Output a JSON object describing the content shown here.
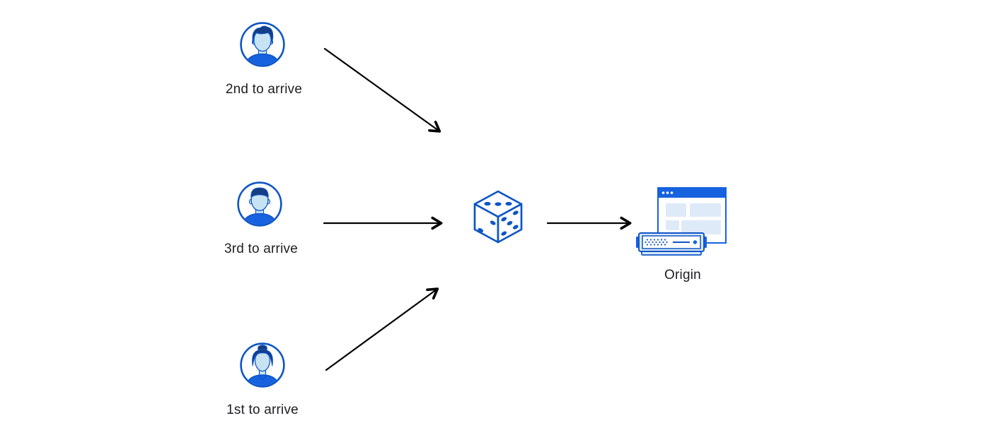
{
  "diagram": {
    "users": [
      {
        "id": "user-top",
        "label": "2nd to arrive",
        "avatar": "man-swept-hair-avatar"
      },
      {
        "id": "user-middle",
        "label": "3rd to arrive",
        "avatar": "man-short-hair-avatar"
      },
      {
        "id": "user-bottom",
        "label": "1st to arrive",
        "avatar": "woman-bun-hair-avatar"
      }
    ],
    "center": {
      "icon": "dice-icon",
      "meaning": "random selection"
    },
    "origin": {
      "label": "Origin",
      "icon": "origin-server-icon"
    },
    "arrows": [
      {
        "from": "user-top",
        "to": "dice"
      },
      {
        "from": "user-middle",
        "to": "dice"
      },
      {
        "from": "user-bottom",
        "to": "dice"
      },
      {
        "from": "dice",
        "to": "origin"
      }
    ],
    "colors": {
      "stroke_blue": "#0D55C6",
      "fill_blue": "#1762DF",
      "navy_hair": "#153E86",
      "face_light_blue": "#C7E2F3",
      "panel_light_blue": "#DEEAF8",
      "server_light_blue": "#D8E7F7",
      "arrow_black": "#000000",
      "text": "#1D1E20",
      "background": "#FFFFFF"
    }
  }
}
